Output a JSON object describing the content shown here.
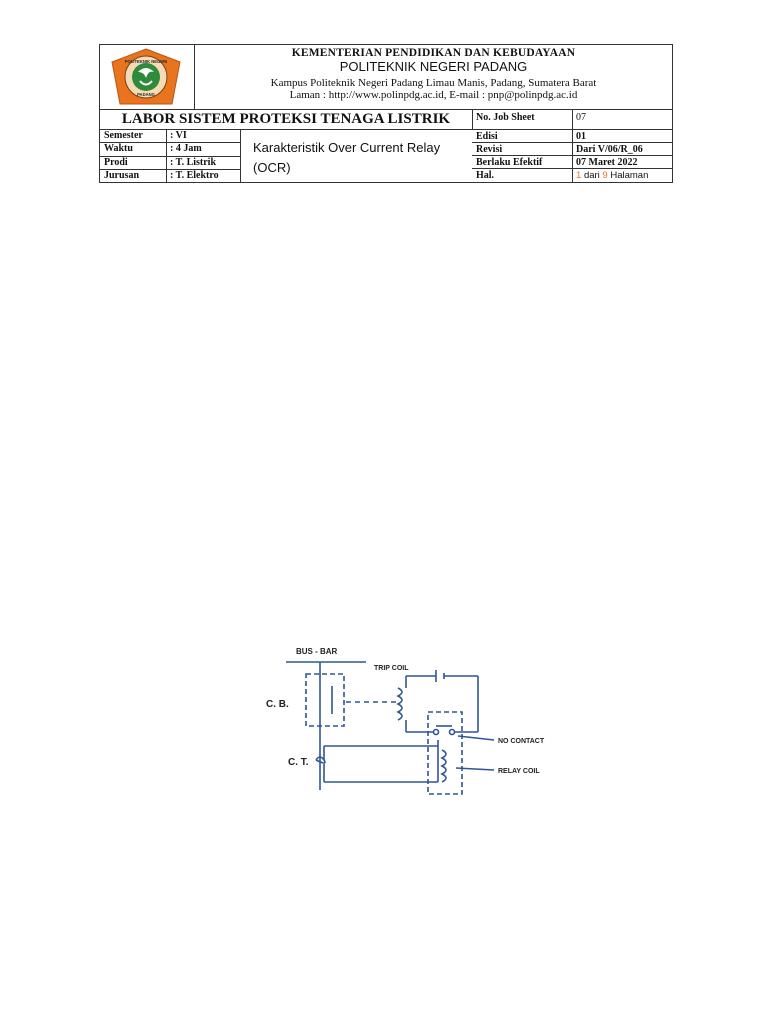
{
  "header": {
    "ministry": "KEMENTERIAN PENDIDIKAN DAN KEBUDAYAAN",
    "institution": "POLITEKNIK NEGERI PADANG",
    "campus": "Kampus Politeknik Negeri Padang Limau Manis, Padang, Sumatera Barat",
    "web": "Laman : http://www.polinpdg.ac.id, E-mail : pnp@polinpdg.ac.id",
    "logo": {
      "top_text": "POLITEKNIK NEGERI",
      "bottom_text": "PADANG",
      "colors": {
        "outer": "#e8741f",
        "inner": "#2e8b3a"
      }
    },
    "lab_name": "LABOR SISTEM PROTEKSI TENAGA LISTRIK"
  },
  "info_left": [
    {
      "key": "Semester",
      "value": ": VI"
    },
    {
      "key": "Waktu",
      "value": ": 4 Jam"
    },
    {
      "key": "Prodi",
      "value": ": T. Listrik"
    },
    {
      "key": "Jurusan",
      "value": ": T. Elektro"
    }
  ],
  "title": {
    "line1": "Karakteristik Over Current Relay",
    "line2": "(OCR)"
  },
  "info_right": [
    {
      "key": "No. Job Sheet",
      "value": "07"
    },
    {
      "key": "Edisi",
      "value": "01"
    },
    {
      "key": "Revisi",
      "value": "Dari V/06/R_06"
    },
    {
      "key": "Berlaku Efektif",
      "value": "07 Maret 2022"
    },
    {
      "key": "Hal.",
      "page": "1",
      "middle": "dari",
      "total": "9",
      "suffix": "Halaman"
    }
  ],
  "diagram": {
    "labels": {
      "bus_bar": "BUS - BAR",
      "trip_coil": "TRIP COIL",
      "cb": "C. B.",
      "ct": "C. T.",
      "no_contact": "NO CONTACT",
      "relay_coil": "RELAY COIL"
    },
    "line_color": "#2f5597",
    "accent": "#e8741f"
  }
}
